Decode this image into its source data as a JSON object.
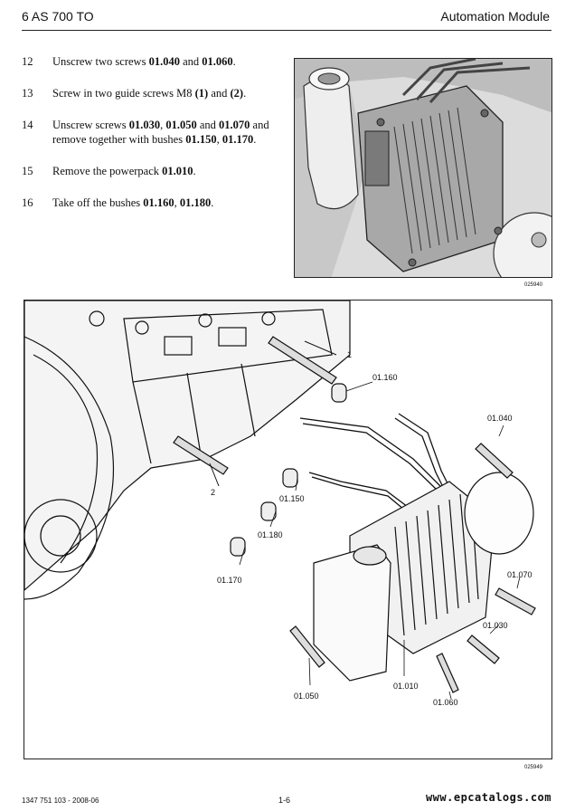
{
  "header": {
    "left_title": "6 AS 700 TO",
    "right_title": "Automation Module"
  },
  "steps": [
    {
      "num": "12",
      "parts": [
        {
          "t": "Unscrew two screws ",
          "b": false
        },
        {
          "t": "01.040",
          "b": true
        },
        {
          "t": " and ",
          "b": false
        },
        {
          "t": "01.060",
          "b": true
        },
        {
          "t": ".",
          "b": false
        }
      ]
    },
    {
      "num": "13",
      "parts": [
        {
          "t": "Screw in two guide screws M8 ",
          "b": false
        },
        {
          "t": "(1)",
          "b": true
        },
        {
          "t": " and ",
          "b": false
        },
        {
          "t": "(2)",
          "b": true
        },
        {
          "t": ".",
          "b": false
        }
      ]
    },
    {
      "num": "14",
      "parts": [
        {
          "t": "Unscrew screws ",
          "b": false
        },
        {
          "t": "01.030",
          "b": true
        },
        {
          "t": ", ",
          "b": false
        },
        {
          "t": "01.050",
          "b": true
        },
        {
          "t": " and ",
          "b": false
        },
        {
          "t": "01.070",
          "b": true
        },
        {
          "t": " and remove together with bushes ",
          "b": false
        },
        {
          "t": "01.150",
          "b": true
        },
        {
          "t": ", ",
          "b": false
        },
        {
          "t": "01.170",
          "b": true
        },
        {
          "t": ".",
          "b": false
        }
      ]
    },
    {
      "num": "15",
      "parts": [
        {
          "t": "Remove the powerpack ",
          "b": false
        },
        {
          "t": "01.010",
          "b": true
        },
        {
          "t": ".",
          "b": false
        }
      ]
    },
    {
      "num": "16",
      "parts": [
        {
          "t": "Take off the bushes ",
          "b": false
        },
        {
          "t": "01.160",
          "b": true
        },
        {
          "t": ", ",
          "b": false
        },
        {
          "t": "01.180",
          "b": true
        },
        {
          "t": ".",
          "b": false
        }
      ]
    }
  ],
  "figure1": {
    "code": "025940"
  },
  "figure2": {
    "code": "025949",
    "callouts": {
      "c1": "1",
      "c2": "2",
      "c01160": "01.160",
      "c01040": "01.040",
      "c01150": "01.150",
      "c01180": "01.180",
      "c01170": "01.170",
      "c01070": "01.070",
      "c01030": "01.030",
      "c01050": "01.050",
      "c01010": "01.010",
      "c01060": "01.060"
    }
  },
  "footer": {
    "doc_number": "1347 751 103 - 2008-06",
    "page": "1-6",
    "watermark": "www.epcatalogs.com"
  }
}
